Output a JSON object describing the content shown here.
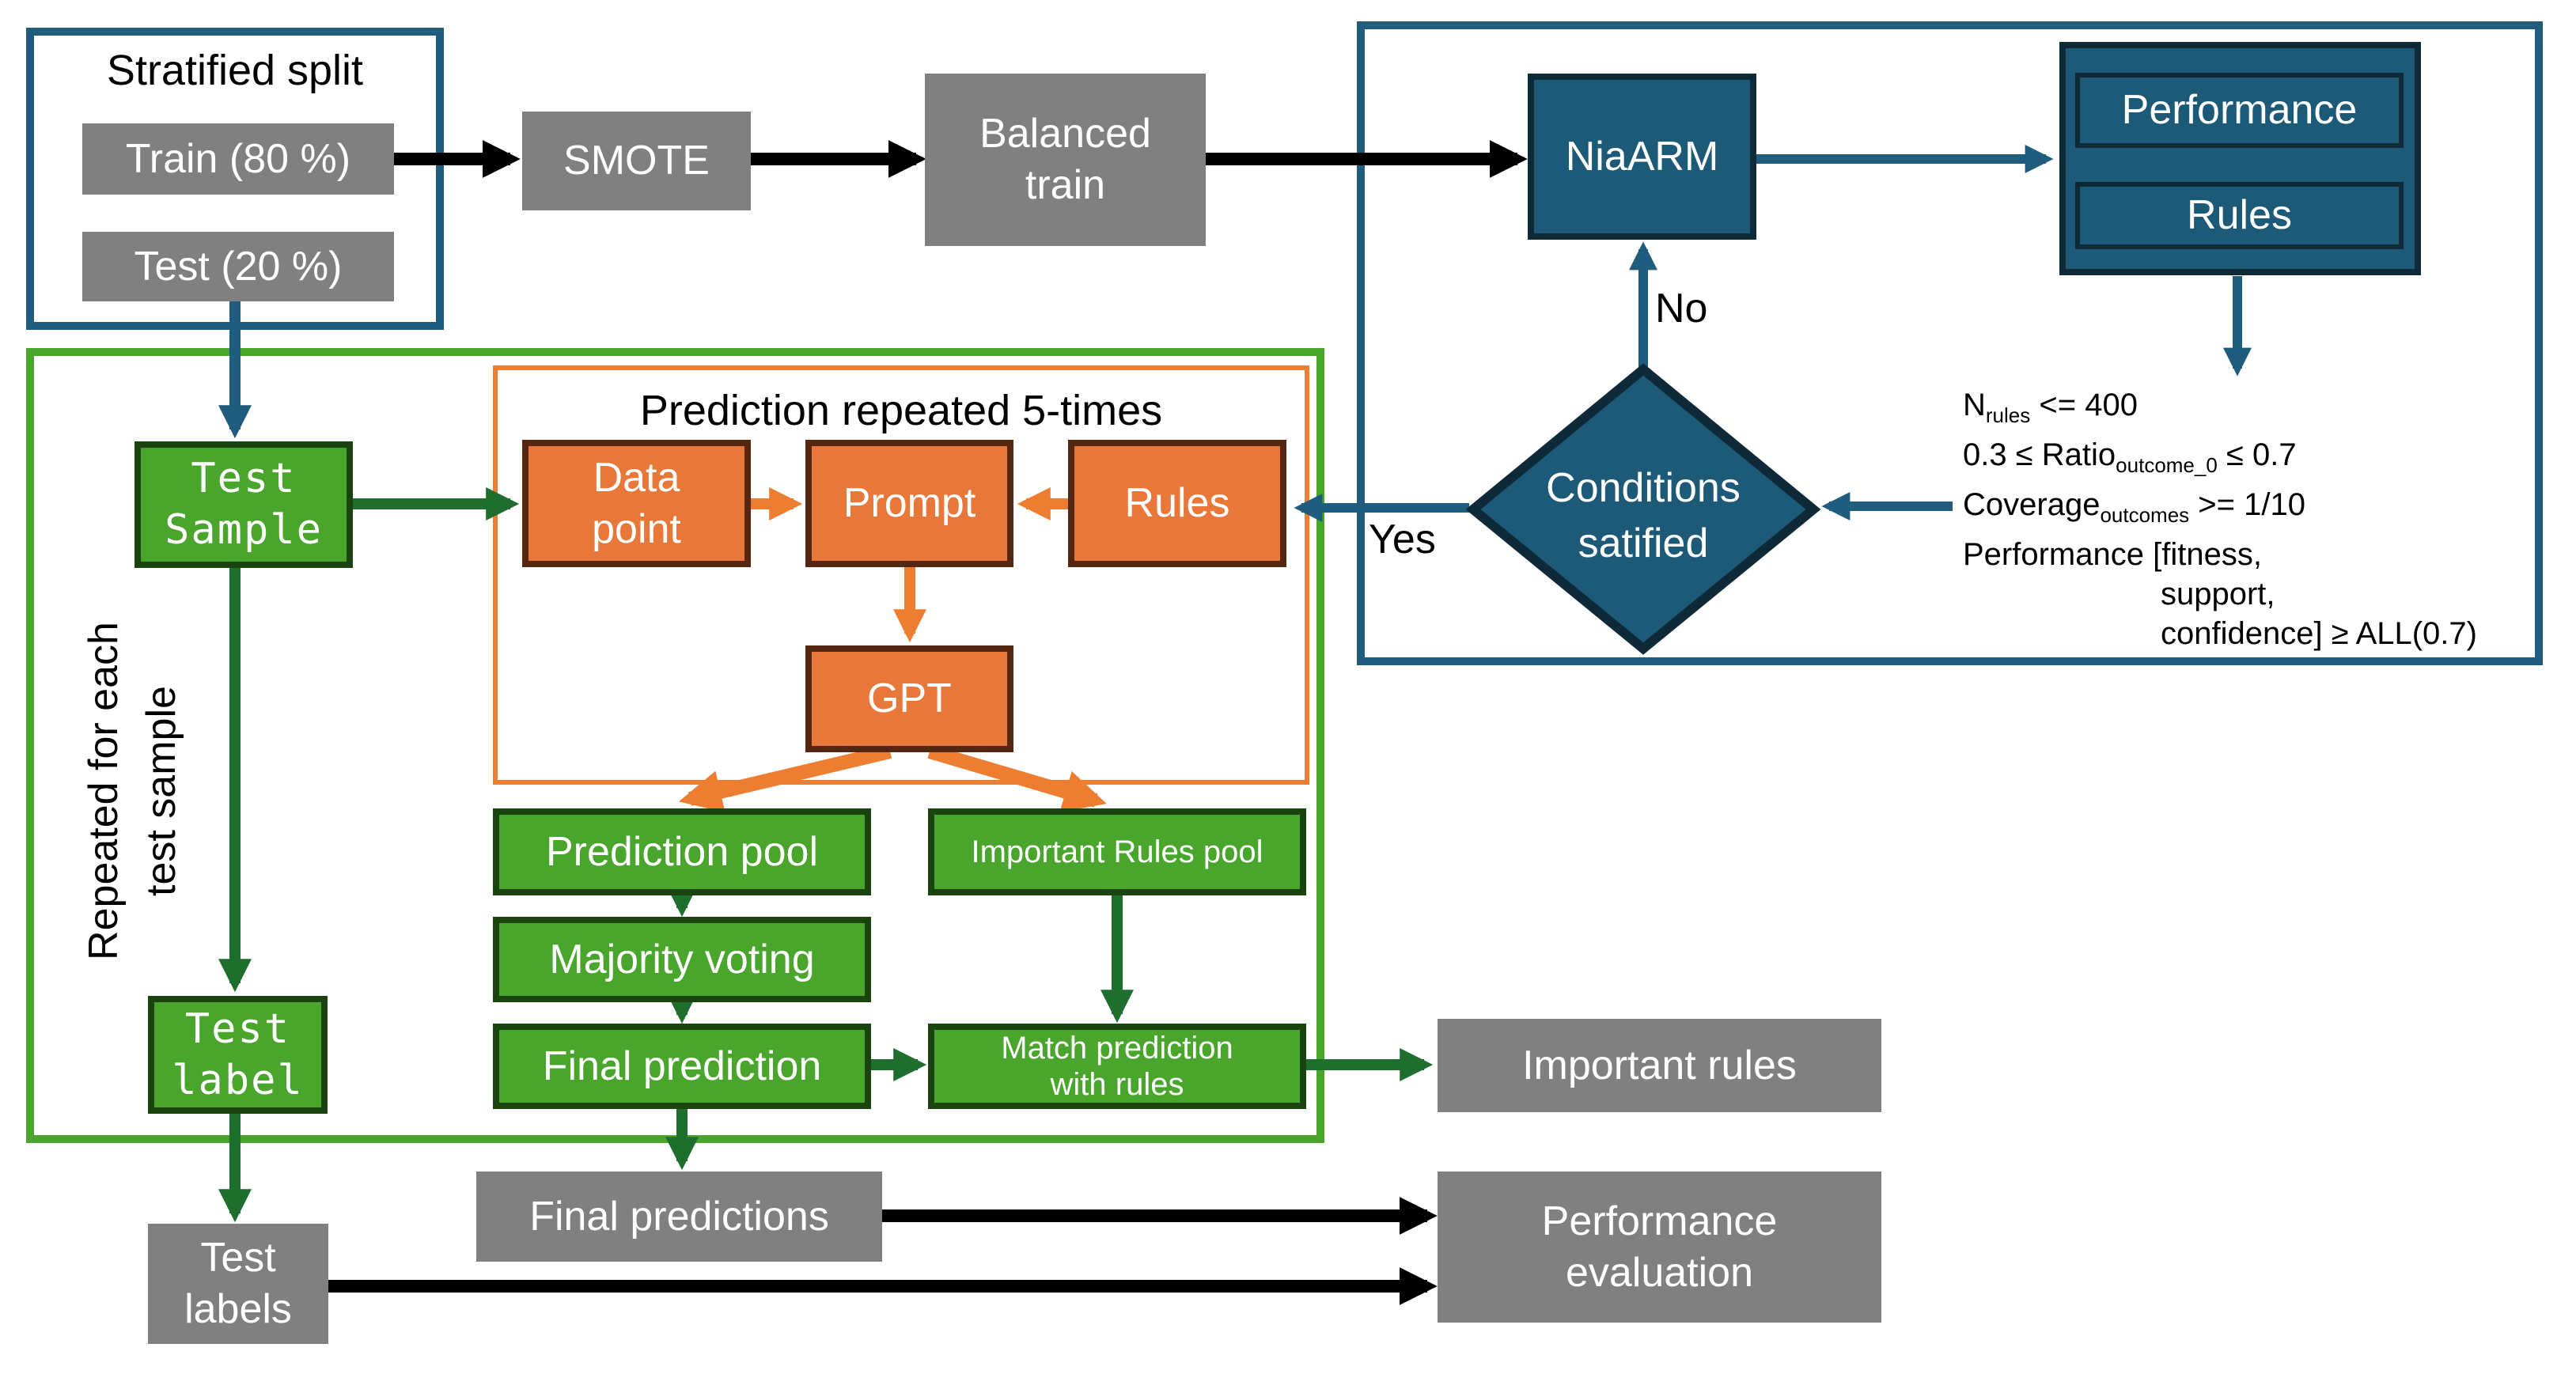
{
  "colors": {
    "gray": "#808080",
    "teal": "#1f5c7d",
    "teal_fill": "#1d5a78",
    "teal_dark": "#0e2a38",
    "green_fill": "#4aa52c",
    "green_dark": "#1b430f",
    "green_bright": "#4aa52c",
    "green_arrow": "#1e6f2e",
    "orange_fill": "#e8773a",
    "orange_dark": "#532711",
    "orange_bright": "#ed7d31",
    "black": "#000000",
    "text_white": "#ffffff"
  },
  "stratified": {
    "title": "Stratified split",
    "train": "Train (80 %)",
    "test": "Test (20 %)"
  },
  "top": {
    "smote": "SMOTE",
    "balanced_train": [
      "Balanced",
      "train"
    ],
    "niaarm": "NiaARM",
    "performance": "Performance",
    "rules": "Rules"
  },
  "decision": {
    "no": "No",
    "yes": "Yes",
    "diamond": [
      "Conditions",
      "satified"
    ]
  },
  "conditions": {
    "l1a": "N",
    "l1sub": "rules",
    "l1b": " <= 400",
    "l2a": "0.3 ≤ Ratio",
    "l2sub": "outcome_0",
    "l2b": " ≤ 0.7",
    "l3a": "Coverage",
    "l3sub": "outcomes",
    "l3b": " >= 1/10",
    "l4": "Performance [fitness,",
    "l5": "support,",
    "l6": "confidence] ≥ ALL(0.7)"
  },
  "loop": {
    "outer_label": [
      "Repeated for each",
      "test sample"
    ],
    "test_sample": [
      "Test",
      "Sample"
    ],
    "test_label": [
      "Test",
      "label"
    ],
    "inner_title": "Prediction repeated 5-times",
    "data_point": [
      "Data",
      "point"
    ],
    "prompt": "Prompt",
    "rules": "Rules",
    "gpt": "GPT",
    "prediction_pool": "Prediction pool",
    "important_rules_pool": "Important Rules pool",
    "majority_voting": "Majority voting",
    "final_prediction": "Final prediction",
    "match_prediction": [
      "Match prediction",
      "with rules"
    ]
  },
  "outputs": {
    "important_rules": "Important rules",
    "final_predictions": "Final predictions",
    "test_labels": [
      "Test",
      "labels"
    ],
    "performance_evaluation": [
      "Performance",
      "evaluation"
    ]
  }
}
